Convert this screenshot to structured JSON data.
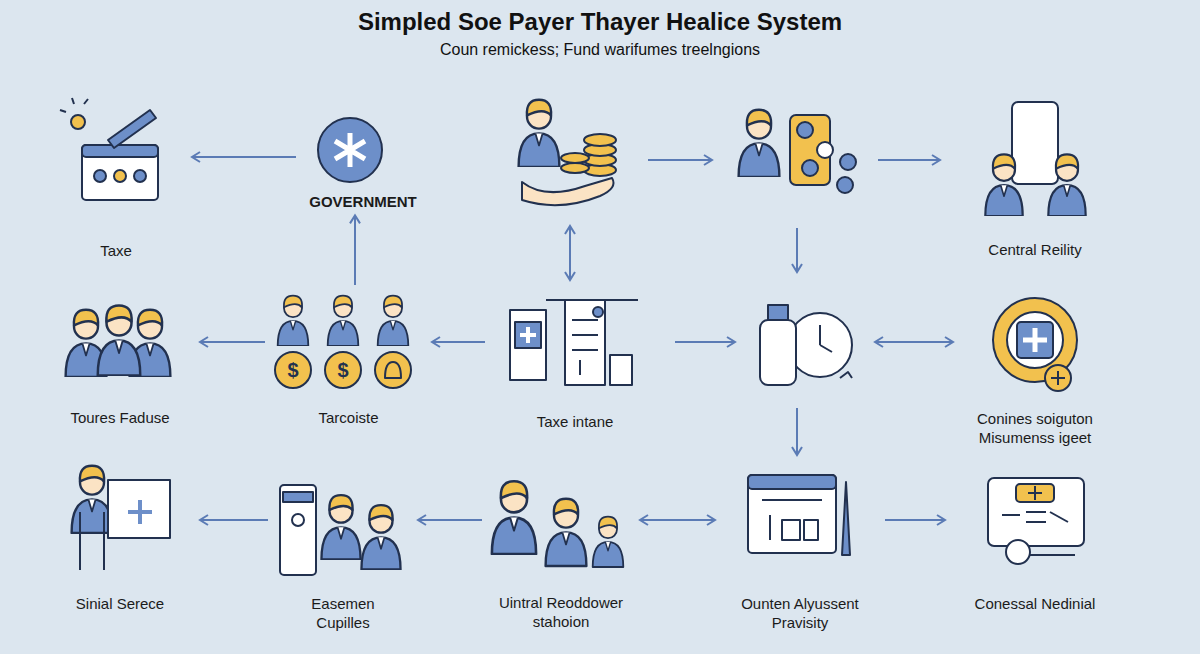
{
  "diagram": {
    "title": "Simpled Soe Payer Thayer Healice System",
    "caption": "Coun remickess; Fund warifumes treelngions",
    "nodes": [
      {
        "text": [
          "Taxe"
        ]
      },
      {
        "text": [
          "GOVERNMENT"
        ]
      },
      {
        "text": [
          "Central Reility"
        ]
      },
      {
        "text": [
          "Toures Faduse"
        ]
      },
      {
        "text": [
          "Tarcoiste"
        ]
      },
      {
        "text": [
          "Taxe intane"
        ]
      },
      {
        "text": [
          "Conines soiguton Misumenss igeet"
        ]
      },
      {
        "text": [
          "Sinial Serece"
        ]
      },
      {
        "text": [
          "Easemen Cupilles"
        ]
      },
      {
        "text": [
          "Uintral Reoddower stahoion"
        ]
      },
      {
        "text": [
          "Ounten Alyussent Pravisity"
        ]
      },
      {
        "text": [
          "Conessal Nedinial"
        ]
      }
    ],
    "edges": [
      {
        "from": 1,
        "to": 0,
        "arrow": "to"
      },
      {
        "from": 4,
        "to": 1,
        "arrow": "to"
      },
      {
        "from": 4,
        "to": 3,
        "arrow": "to"
      },
      {
        "from": 5,
        "to": 4,
        "arrow": "to"
      },
      {
        "from": 8,
        "to": 7,
        "arrow": "to"
      },
      {
        "from": 9,
        "to": 8,
        "arrow": "to"
      },
      {
        "from": 9,
        "to": 10,
        "arrow": "both"
      },
      {
        "from": 10,
        "to": 11,
        "arrow": "to"
      }
    ],
    "labels": [
      "$",
      "$"
    ]
  }
}
